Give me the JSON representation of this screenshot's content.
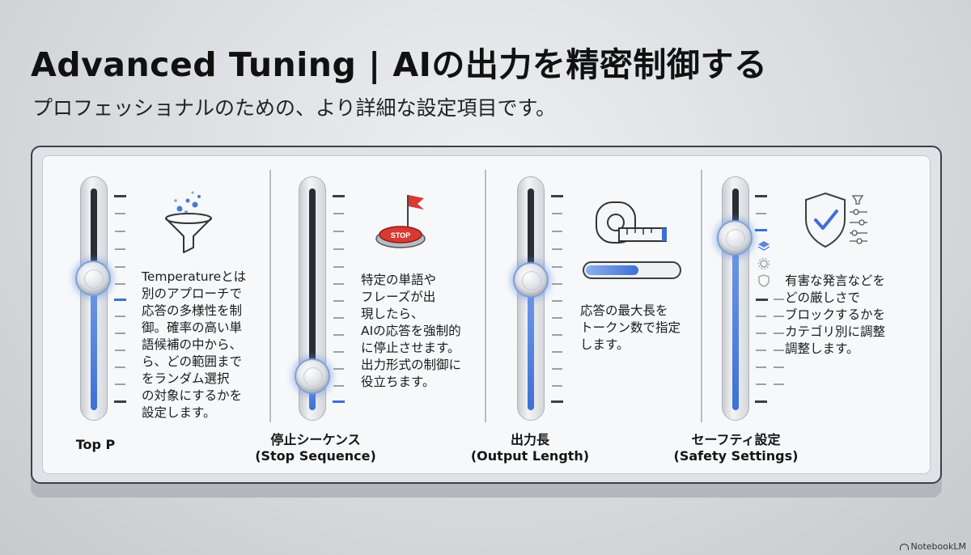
{
  "header": {
    "title": "Advanced Tuning | AIの出力を精密制御する",
    "subtitle": "プロフェッショナルのための、より詳細な設定項目です。"
  },
  "cards": [
    {
      "label": "Top P",
      "description": "Temperatureとは\n別のアプローチで\n応答の多様性を制\n御。確率の高い単\n語候補の中から、\nら、どの範囲まで\nをランダム選択\nの対象にするかを\n設定します。",
      "icon": "funnel-icon",
      "slider_level": 0.55
    },
    {
      "label": "停止シーケンス\n(Stop Sequence)",
      "description": "特定の単語や\nフレーズが出\n現したら、\nAIの応答を強制的\nに停止させます。\n出力形式の制御に\n役立ちます。",
      "icon": "stop-button-flag-icon",
      "icon_text": "STOP",
      "slider_level": 0.15
    },
    {
      "label": "出力長\n(Output Length)",
      "description": "応答の最大長を\nトークン数で指定\nします。",
      "icon": "tape-measure-icon",
      "progress": 0.55,
      "slider_level": 0.58
    },
    {
      "label": "セーフティ設定\n(Safety Settings)",
      "description": "有害な発言などを\nどの厳しさで\nブロックするかを\nカテゴリ別に調整\n調整します。",
      "icon": "shield-check-icon",
      "slider_level": 0.82
    }
  ],
  "watermark": "NotebookLM",
  "colors": {
    "accent": "#3e6fd6",
    "stop_red": "#d83a32",
    "text": "#111111"
  }
}
